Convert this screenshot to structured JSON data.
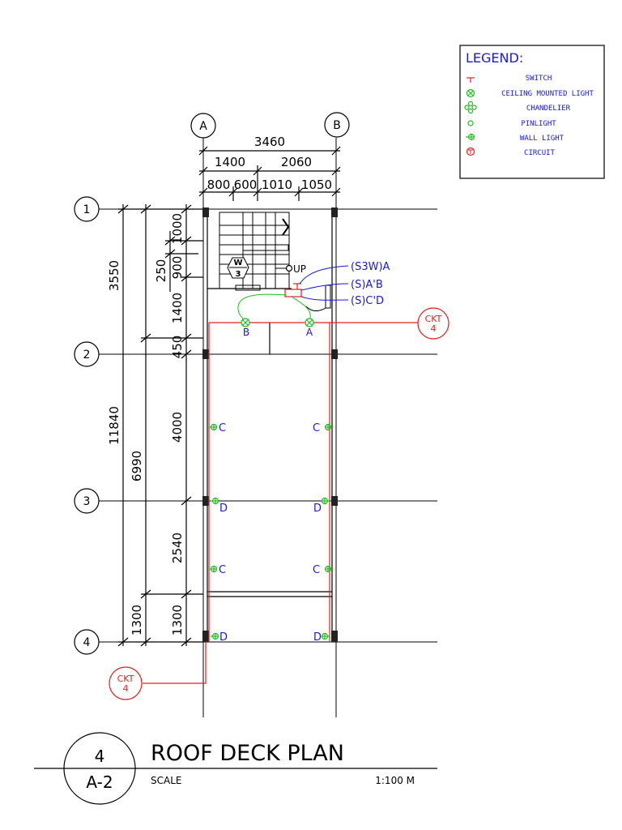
{
  "legend": {
    "title": "LEGEND:",
    "items": [
      {
        "label": "SWITCH",
        "icon": "switch-icon",
        "color": "#e02020"
      },
      {
        "label": "CEILING MOUNTED LIGHT",
        "icon": "ceiling-light-icon",
        "color": "#1fbf1f"
      },
      {
        "label": "CHANDELIER",
        "icon": "chandelier-icon",
        "color": "#1fbf1f"
      },
      {
        "label": "PINLIGHT",
        "icon": "pinlight-icon",
        "color": "#1fbf1f"
      },
      {
        "label": "WALL LIGHT",
        "icon": "wall-light-icon",
        "color": "#1fbf1f"
      },
      {
        "label": "CIRCUIT",
        "icon": "circuit-icon",
        "color": "#e02020"
      }
    ]
  },
  "grid": {
    "columns": [
      "A",
      "B"
    ],
    "rows": [
      "1",
      "2",
      "3",
      "4"
    ]
  },
  "dimensions": {
    "overall_width": "3460",
    "width_split": [
      "1400",
      "2060"
    ],
    "width_detail": [
      "800",
      "600",
      "1010",
      "1050"
    ],
    "left_overall": "11840",
    "left_first": "3550",
    "left_second": "6990",
    "left_third": "1300",
    "right_chain": [
      "1000",
      "900",
      "250",
      "1400",
      "450",
      "4000",
      "2540",
      "1300"
    ]
  },
  "annotations": {
    "stair_tag_letter": "W",
    "stair_tag_number": "3",
    "up": "UP",
    "switch_1": "(S3W)A",
    "switch_2": "(S)A'B",
    "switch_3": "(S)C'D",
    "circuit_word": "CKT",
    "circuit_number": "4",
    "light_a": "A",
    "light_b": "B",
    "light_c": "C",
    "light_d": "D"
  },
  "title_block": {
    "drawing_number": "4",
    "sheet": "A-2",
    "title": "ROOF DECK PLAN",
    "scale_label": "SCALE",
    "scale_value": "1:100 M"
  },
  "colors": {
    "line": "#000000",
    "circuit": "#e02020",
    "fixture": "#1fbf1f",
    "label": "#1a1ad0"
  }
}
